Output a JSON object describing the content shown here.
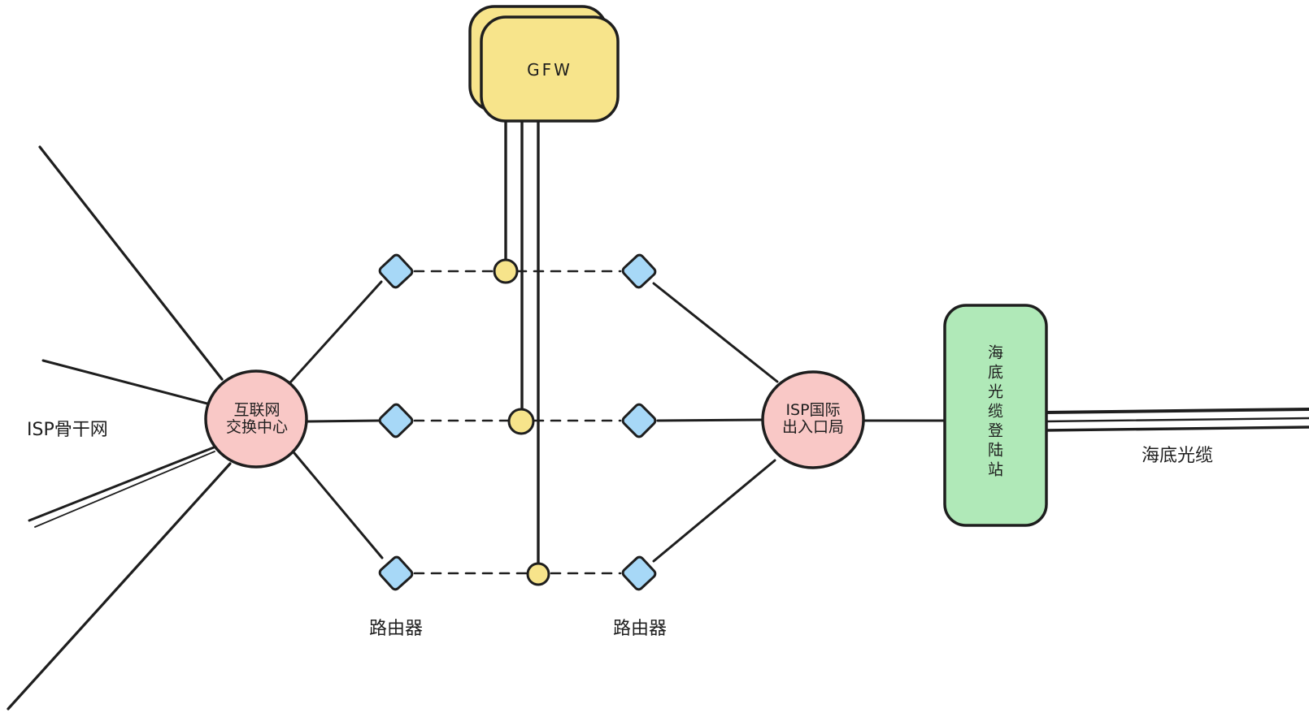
{
  "colors": {
    "stroke": "#1e1e1e",
    "background": "#ffffff",
    "yellow": "#f7e48b",
    "pink": "#f9c8c6",
    "green": "#b0e9b8",
    "blue": "#a7d8f7"
  },
  "nodes": {
    "gfw": {
      "label": "GFW"
    },
    "internet_exchange": {
      "line1": "互联网",
      "line2": "交换中心"
    },
    "isp_gateway": {
      "line1": "ISP国际",
      "line2": "出入口局"
    },
    "landing_station": {
      "label": "海底光缆登陆站"
    }
  },
  "labels": {
    "isp_backbone": "ISP骨干网",
    "router_left": "路由器",
    "router_right": "路由器",
    "submarine_cable": "海底光缆"
  }
}
